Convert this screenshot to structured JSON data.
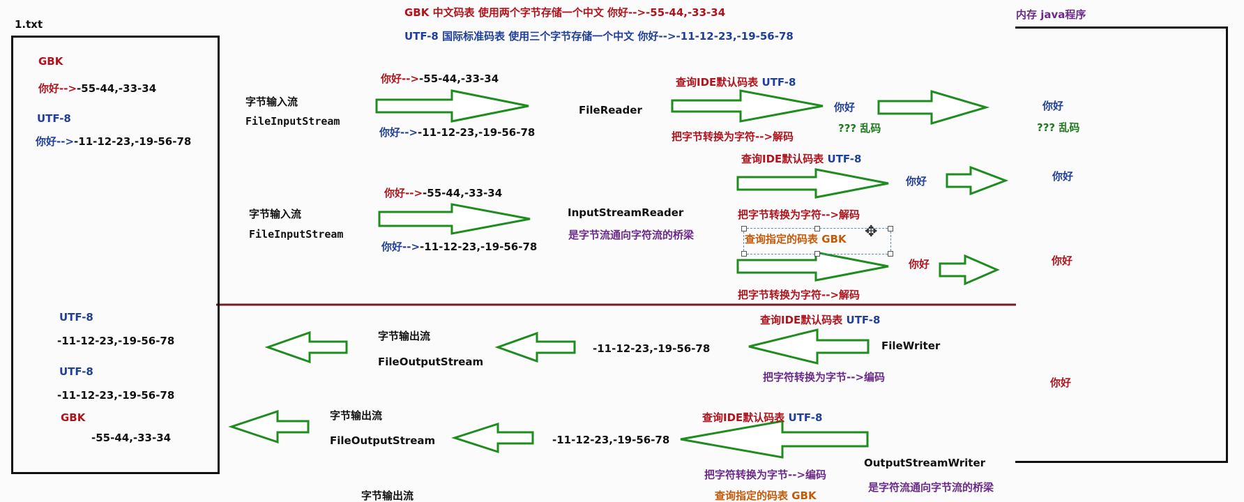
{
  "header": {
    "gbk_line": "GBK 中文码表 使用两个字节存储一个中文 你好-->-55-44,-33-34",
    "utf8_line": "UTF-8 国际标准码表 使用三个字节存储一个中文 你好-->-11-12-23,-19-56-78"
  },
  "file": {
    "title": "1.txt",
    "gbk_label": "GBK",
    "gbk_nihao": "你好-->",
    "gbk_bytes": "-55-44,-33-34",
    "utf8_label": "UTF-8",
    "utf8_nihao": "你好-->",
    "utf8_bytes": "-11-12-23,-19-56-78",
    "out_utf8_label_1": "UTF-8",
    "out_bytes_1": "-11-12-23,-19-56-78",
    "out_utf8_label_2": "UTF-8",
    "out_bytes_2": "-11-12-23,-19-56-78",
    "out_gbk_label": "GBK",
    "out_bytes_3": "-55-44,-33-34"
  },
  "memory": {
    "title": "内存 java程序",
    "r1_nihao": "你好",
    "r1_garbled": "??? 乱码",
    "r2_nihao": "你好",
    "r3_nihao": "你好",
    "r4_nihao": "你好"
  },
  "row1": {
    "stream_cn": "字节输入流",
    "stream_en": "FileInputStream",
    "nihao_a": "你好-->",
    "bytes_a": "-55-44,-33-34",
    "nihao_b": "你好-->",
    "bytes_b": "-11-12-23,-19-56-78",
    "reader": "FileReader",
    "query": "查询IDE默认码表",
    "query_enc": "UTF-8",
    "decode": "把字节转换为字符-->解码",
    "result_nihao": "你好",
    "result_garbled": "??? 乱码"
  },
  "row2": {
    "stream_cn": "字节输入流",
    "stream_en": "FileInputStream",
    "nihao_a": "你好-->",
    "bytes_a": "-55-44,-33-34",
    "nihao_b": "你好-->",
    "bytes_b": "-11-12-23,-19-56-78",
    "reader": "InputStreamReader",
    "bridge": "是字节流通向字符流的桥梁",
    "query1": "查询IDE默认码表",
    "query1_enc": "UTF-8",
    "result1": "你好",
    "decode1": "把字节转换为字符-->解码",
    "query2": "查询指定的码表",
    "query2_enc": "GBK",
    "result2": "你好",
    "decode2": "把字节转换为字符-->解码"
  },
  "row3": {
    "query": "查询IDE默认码表",
    "query_enc": "UTF-8",
    "writer": "FileWriter",
    "encode": "把字符转换为字节-->编码",
    "bytes": "-11-12-23,-19-56-78",
    "stream_cn": "字节输出流",
    "stream_en": "FileOutputStream"
  },
  "row4": {
    "query": "查询IDE默认码表",
    "query_enc": "UTF-8",
    "writer": "OutputStreamWriter",
    "bridge": "是字符流通向字节流的桥梁",
    "encode": "把字符转换为字节-->编码",
    "bytes": "-11-12-23,-19-56-78",
    "stream_cn": "字节输出流",
    "stream_en": "FileOutputStream",
    "cut_cn": "字节输出流",
    "cut_query": "查询指定的码表 GBK"
  },
  "colors": {
    "arrow": "#1e8c1e",
    "divider": "#7a1a24",
    "red": "#b0131c",
    "blue": "#1f3f9a",
    "purple": "#6b2a8a"
  }
}
